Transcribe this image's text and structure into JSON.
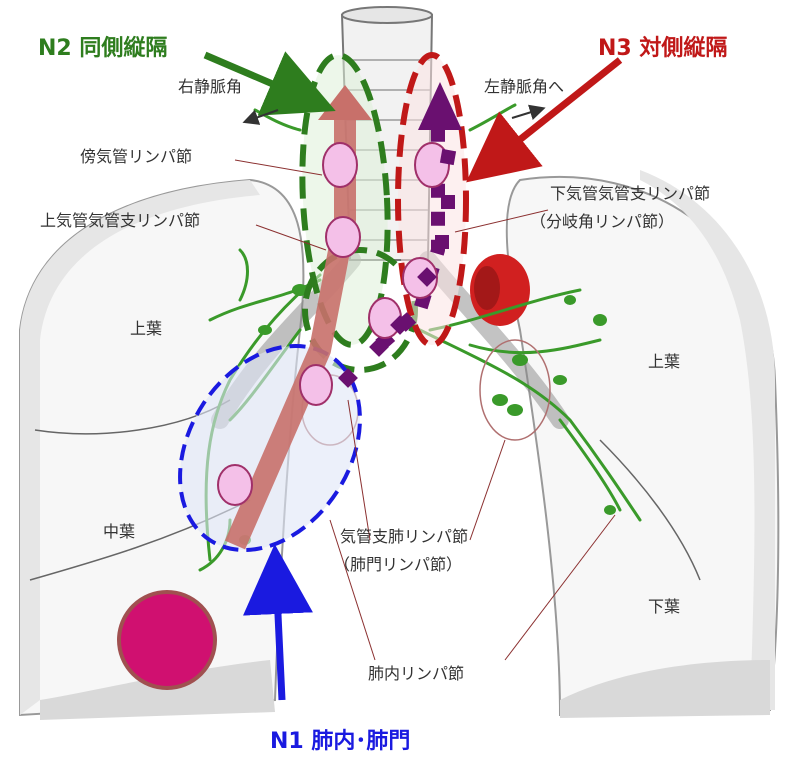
{
  "headers": {
    "n2": "N2 同側縦隔",
    "n3": "N3 対側縦隔",
    "n1": "N1 肺内･肺門"
  },
  "labels": {
    "right_venous_angle": "右静脈角",
    "left_venous_angle": "左静脈角へ",
    "paratracheal": "傍気管リンパ節",
    "upper_tracheobronchial": "上気管気管支リンパ節",
    "lower_tracheobronchial": "下気管気管支リンパ節",
    "carinal": "（分岐角リンパ節）",
    "upper_lobe_right": "上葉",
    "upper_lobe_left": "上葉",
    "middle_lobe": "中葉",
    "lower_lobe": "下葉",
    "bronchopulmonary": "気管支肺リンパ節",
    "hilar": "（肺門リンパ節）",
    "intrapulmonary": "肺内リンパ節"
  },
  "colors": {
    "n2": "#2e7d1e",
    "n3": "#c01818",
    "n1": "#1a1ae0",
    "tumor": "#d01070",
    "arrow_flow": "#c8706a",
    "lymph_vessel": "#3a9a2a",
    "node_pink": "#f4c0e8",
    "node_purple": "#6a1070"
  }
}
